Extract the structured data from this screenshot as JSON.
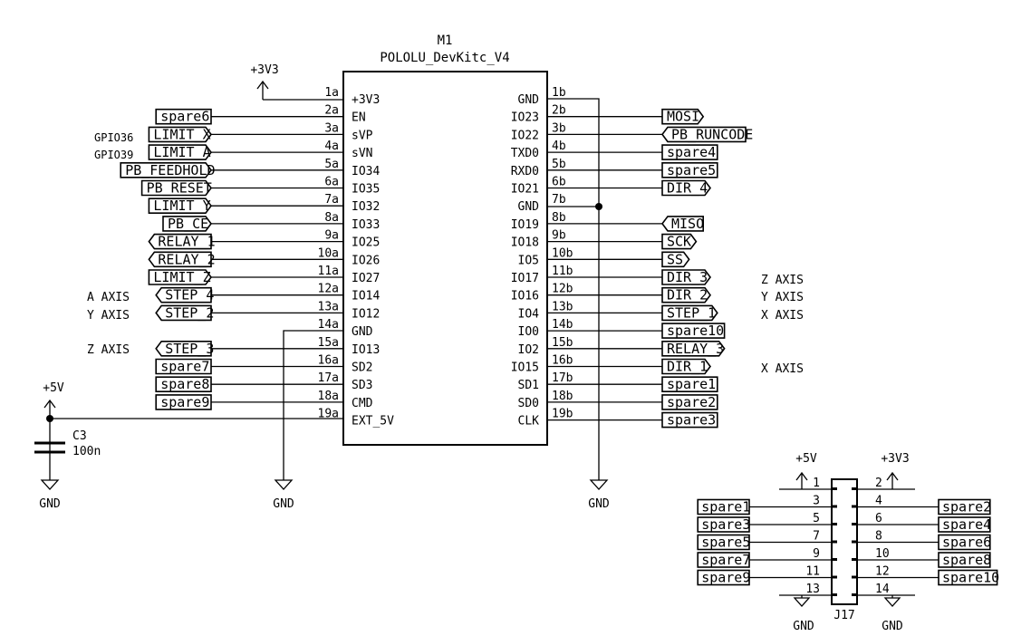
{
  "component": {
    "ref": "M1",
    "value": "POLOLU_DevKitc_V4",
    "left_pins": [
      {
        "num": "1a",
        "name": "+3V3"
      },
      {
        "num": "2a",
        "name": "EN"
      },
      {
        "num": "3a",
        "name": "sVP"
      },
      {
        "num": "4a",
        "name": "sVN"
      },
      {
        "num": "5a",
        "name": "IO34"
      },
      {
        "num": "6a",
        "name": "IO35"
      },
      {
        "num": "7a",
        "name": "IO32"
      },
      {
        "num": "8a",
        "name": "IO33"
      },
      {
        "num": "9a",
        "name": "IO25"
      },
      {
        "num": "10a",
        "name": "IO26"
      },
      {
        "num": "11a",
        "name": "IO27"
      },
      {
        "num": "12a",
        "name": "IO14"
      },
      {
        "num": "13a",
        "name": "IO12"
      },
      {
        "num": "14a",
        "name": "GND"
      },
      {
        "num": "15a",
        "name": "IO13"
      },
      {
        "num": "16a",
        "name": "SD2"
      },
      {
        "num": "17a",
        "name": "SD3"
      },
      {
        "num": "18a",
        "name": "CMD"
      },
      {
        "num": "19a",
        "name": "EXT_5V"
      }
    ],
    "right_pins": [
      {
        "num": "1b",
        "name": "GND"
      },
      {
        "num": "2b",
        "name": "IO23"
      },
      {
        "num": "3b",
        "name": "IO22"
      },
      {
        "num": "4b",
        "name": "TXD0"
      },
      {
        "num": "5b",
        "name": "RXD0"
      },
      {
        "num": "6b",
        "name": "IO21"
      },
      {
        "num": "7b",
        "name": "GND"
      },
      {
        "num": "8b",
        "name": "IO19"
      },
      {
        "num": "9b",
        "name": "IO18"
      },
      {
        "num": "10b",
        "name": "IO5"
      },
      {
        "num": "11b",
        "name": "IO17"
      },
      {
        "num": "12b",
        "name": "IO16"
      },
      {
        "num": "13b",
        "name": "IO4"
      },
      {
        "num": "14b",
        "name": "IO0"
      },
      {
        "num": "15b",
        "name": "IO2"
      },
      {
        "num": "16b",
        "name": "IO15"
      },
      {
        "num": "17b",
        "name": "SD1"
      },
      {
        "num": "18b",
        "name": "SD0"
      },
      {
        "num": "19b",
        "name": "CLK"
      }
    ]
  },
  "left_labels": [
    {
      "pin": 2,
      "text": "spare6",
      "shape": "box"
    },
    {
      "pin": 3,
      "text": "LIMIT_X",
      "shape": "out"
    },
    {
      "pin": 4,
      "text": "LIMIT_A",
      "shape": "out"
    },
    {
      "pin": 5,
      "text": "PB_FEEDHOLD",
      "shape": "out"
    },
    {
      "pin": 6,
      "text": "PB_RESET",
      "shape": "out"
    },
    {
      "pin": 7,
      "text": "LIMIT_Y",
      "shape": "out"
    },
    {
      "pin": 8,
      "text": "PB_CE",
      "shape": "out"
    },
    {
      "pin": 9,
      "text": "RELAY_1",
      "shape": "in"
    },
    {
      "pin": 10,
      "text": "RELAY_2",
      "shape": "in"
    },
    {
      "pin": 11,
      "text": "LIMIT_Z",
      "shape": "out"
    },
    {
      "pin": 12,
      "text": "STEP_4",
      "shape": "in"
    },
    {
      "pin": 13,
      "text": "STEP_2",
      "shape": "in"
    },
    {
      "pin": 15,
      "text": "STEP_3",
      "shape": "in"
    },
    {
      "pin": 16,
      "text": "spare7",
      "shape": "box"
    },
    {
      "pin": 17,
      "text": "spare8",
      "shape": "box"
    },
    {
      "pin": 18,
      "text": "spare9",
      "shape": "box"
    }
  ],
  "right_labels": [
    {
      "pin": 2,
      "text": "MOSI",
      "shape": "out"
    },
    {
      "pin": 3,
      "text": "PB_RUNCODE",
      "shape": "in"
    },
    {
      "pin": 4,
      "text": "spare4",
      "shape": "box"
    },
    {
      "pin": 5,
      "text": "spare5",
      "shape": "box"
    },
    {
      "pin": 6,
      "text": "DIR_4",
      "shape": "out"
    },
    {
      "pin": 8,
      "text": "MISO",
      "shape": "in"
    },
    {
      "pin": 9,
      "text": "SCK",
      "shape": "out"
    },
    {
      "pin": 10,
      "text": "SS",
      "shape": "out"
    },
    {
      "pin": 11,
      "text": "DIR_3",
      "shape": "out"
    },
    {
      "pin": 12,
      "text": "DIR_2",
      "shape": "out"
    },
    {
      "pin": 13,
      "text": "STEP_1",
      "shape": "out"
    },
    {
      "pin": 14,
      "text": "spare10",
      "shape": "box"
    },
    {
      "pin": 15,
      "text": "RELAY_3",
      "shape": "out"
    },
    {
      "pin": 16,
      "text": "DIR_1",
      "shape": "out"
    },
    {
      "pin": 17,
      "text": "spare1",
      "shape": "box"
    },
    {
      "pin": 18,
      "text": "spare2",
      "shape": "box"
    },
    {
      "pin": 19,
      "text": "spare3",
      "shape": "box"
    }
  ],
  "annotations": {
    "gpio36": "GPIO36",
    "gpio39": "GPIO39",
    "a_axis": "A AXIS",
    "y_axis_left": "Y AXIS",
    "z_axis_left": "Z AXIS",
    "z_axis_right": "Z AXIS",
    "y_axis_right": "Y AXIS",
    "x_axis_right_1": "X AXIS",
    "x_axis_right_2": "X AXIS"
  },
  "power": {
    "v3v3": "+3V3",
    "v5": "+5V",
    "gnd": "GND"
  },
  "capacitor": {
    "ref": "C3",
    "value": "100n"
  },
  "connector": {
    "ref": "J17",
    "pins_left": [
      "1",
      "3",
      "5",
      "7",
      "9",
      "11",
      "13"
    ],
    "pins_right": [
      "2",
      "4",
      "6",
      "8",
      "10",
      "12",
      "14"
    ],
    "left_labels": [
      "spare1",
      "spare3",
      "spare5",
      "spare7",
      "spare9"
    ],
    "right_labels": [
      "spare2",
      "spare4",
      "spare6",
      "spare8",
      "spare10"
    ],
    "v5": "+5V",
    "v3v3": "+3V3",
    "gnd_left": "GND",
    "gnd_right": "GND"
  }
}
